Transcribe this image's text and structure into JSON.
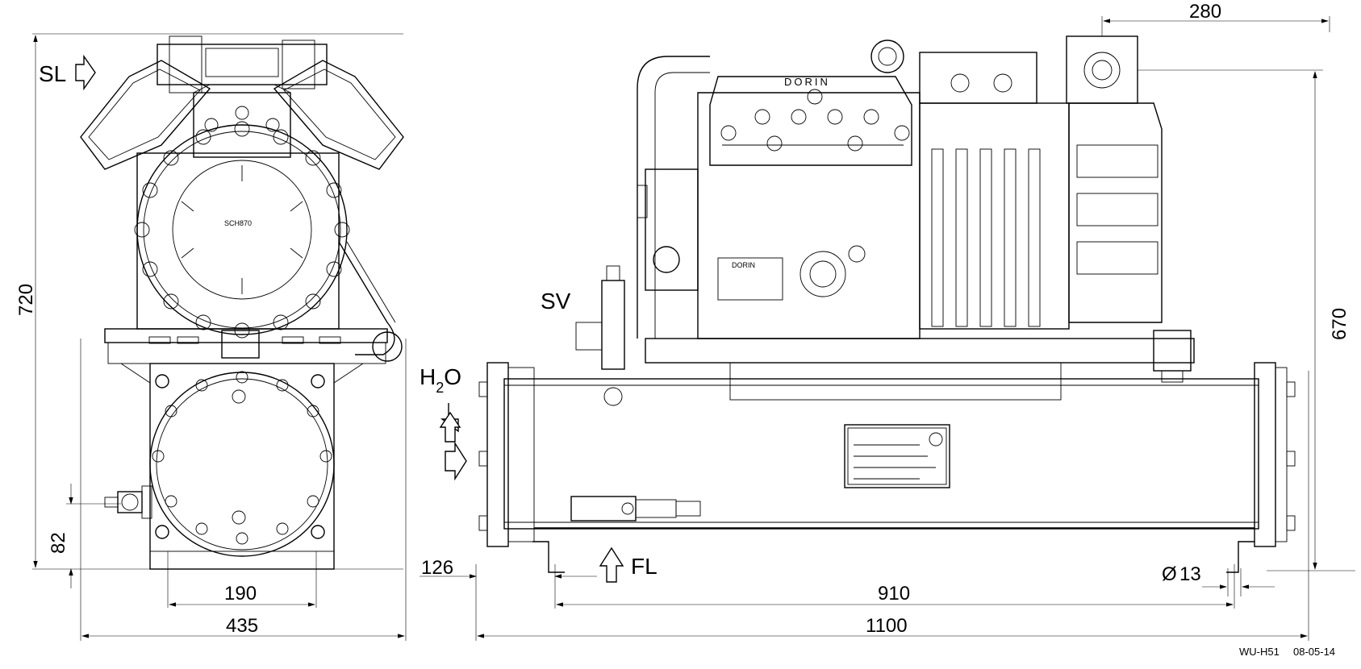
{
  "labels": {
    "suction_line": "SL",
    "service_valve": "SV",
    "water_main": "H",
    "water_sub": "2",
    "water_end": "O",
    "flow_line": "FL"
  },
  "dimensions": {
    "height_total": "720",
    "height_base": "82",
    "width_190": "190",
    "width_435": "435",
    "top_280": "280",
    "height_670": "670",
    "offset_126": "126",
    "hole_dia": "13",
    "dia_symbol": "Ø",
    "length_910": "910",
    "length_1100": "1100"
  },
  "marks": {
    "brand": "DORIN",
    "model": "SCH870",
    "plate_brand": "DORIN"
  },
  "footer": {
    "drawing_code": "WU-H51",
    "date": "08-05-14"
  }
}
